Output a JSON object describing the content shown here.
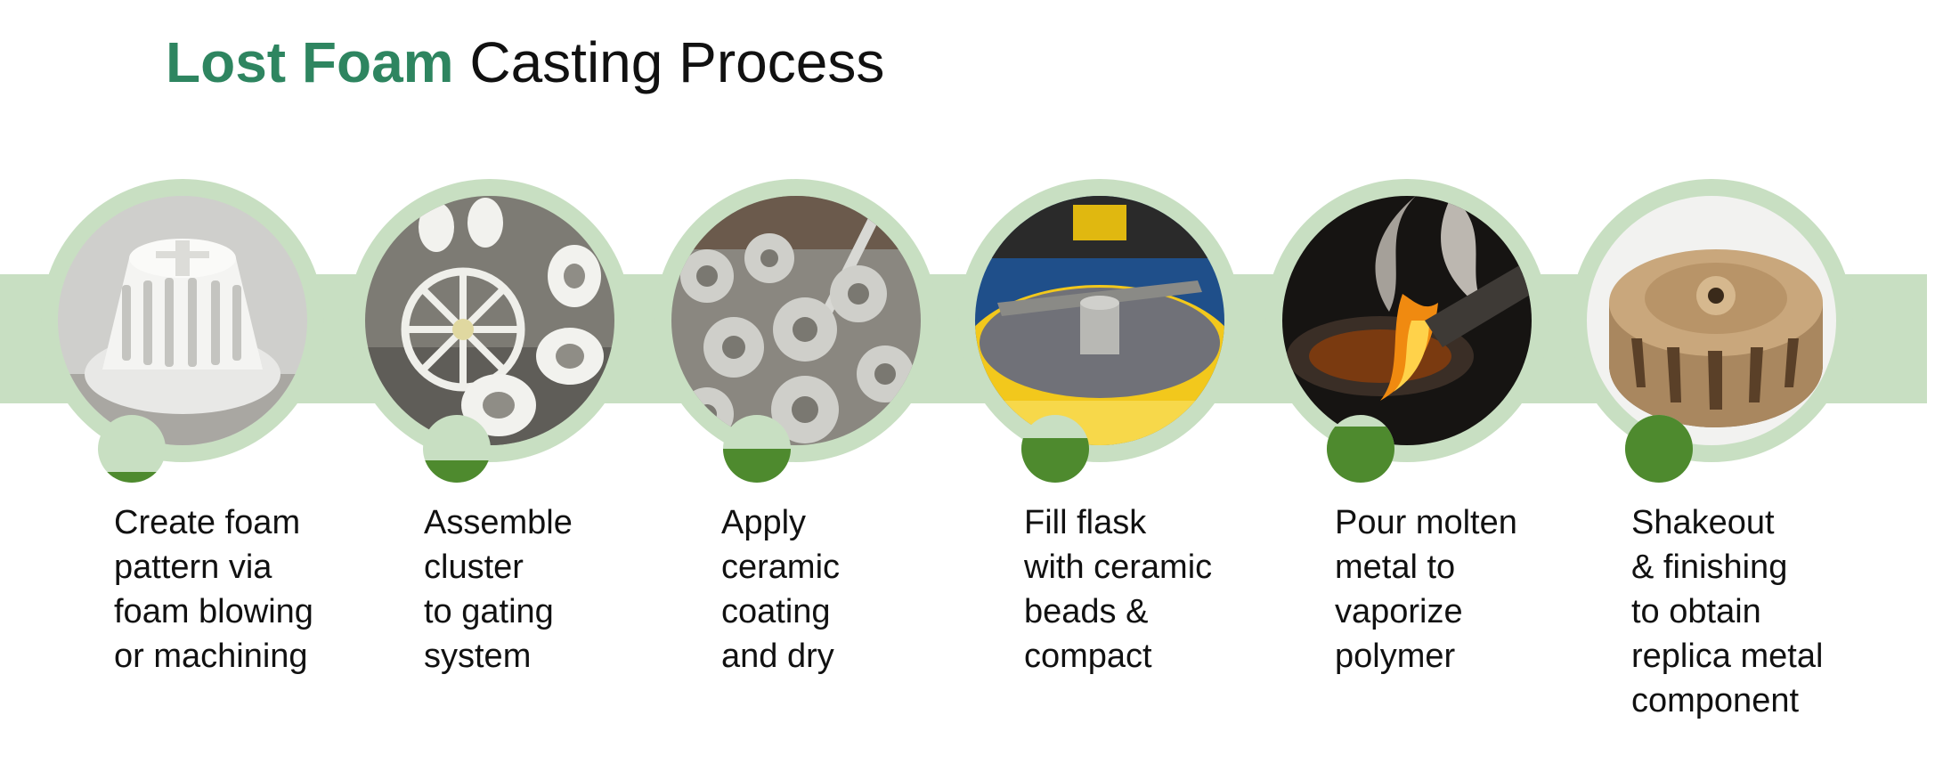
{
  "title": {
    "accent": "Lost Foam",
    "rest": " Casting Process"
  },
  "colors": {
    "accent": "#2e8560",
    "band": "#c8dfc2",
    "dot_fill": "#4e8a2e"
  },
  "steps": [
    {
      "caption": "Create foam\npattern via\nfoam blowing\nor machining",
      "progress": 0.16
    },
    {
      "caption": "Assemble\ncluster\nto gating\nsystem",
      "progress": 0.33
    },
    {
      "caption": "Apply\nceramic\ncoating\nand dry",
      "progress": 0.5
    },
    {
      "caption": "Fill flask\nwith ceramic\nbeads &\ncompact",
      "progress": 0.66
    },
    {
      "caption": "Pour molten\nmetal to\nvaporize\npolymer",
      "progress": 0.83
    },
    {
      "caption": "Shakeout\n& finishing\nto obtain\nreplica metal\ncomponent",
      "progress": 1.0
    }
  ]
}
